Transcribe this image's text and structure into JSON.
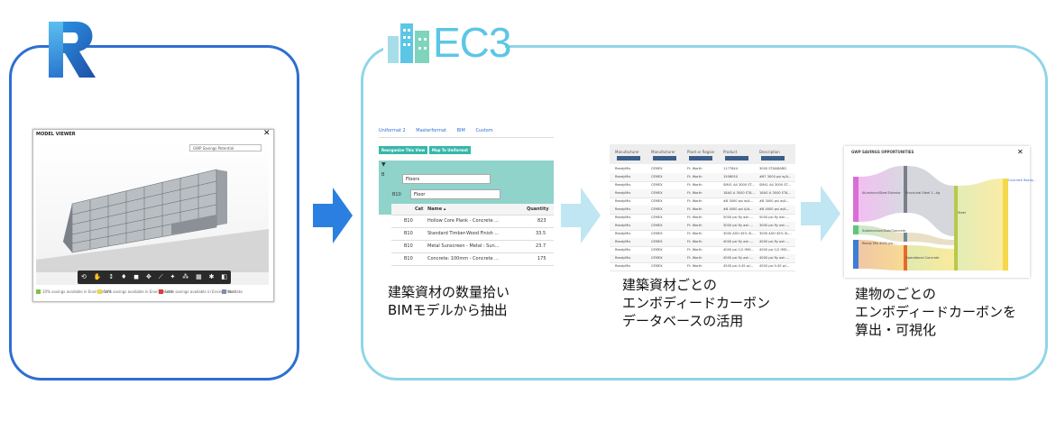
{
  "revit": {
    "viewer_title": "MODEL VIEWER",
    "viewer_select": "GWP Savings Potential",
    "legend": [
      "10% savings available in Environment",
      "50% savings available in Environment",
      "Little savings available in Environment",
      "No data"
    ]
  },
  "ec3": {
    "logo_text": "EC3",
    "shot1": {
      "tabs": [
        "Uniformat 2",
        "Masterformat",
        "BIM",
        "Custom"
      ],
      "buttons": [
        "Reorganize This View",
        "Map To Uniformat"
      ],
      "group_label": "B",
      "floors_label": "Floors",
      "sub_label": "B10",
      "sub_value": "Floor",
      "col_headers": [
        "Cat",
        "Name ▴",
        "Quantity"
      ],
      "rows": [
        {
          "cat": "B10",
          "name": "Hollow Core Plank - Concrete ...",
          "qty": "823"
        },
        {
          "cat": "B10",
          "name": "Standard Timber-Wood Finish ...",
          "qty": "33.5"
        },
        {
          "cat": "B10",
          "name": "Metal Sunscreen - Metal : Sun...",
          "qty": "23.7"
        },
        {
          "cat": "B10",
          "name": "Concrete: 100mm - Concrete ...",
          "qty": "175"
        }
      ]
    },
    "shot2": {
      "headers": [
        "Manufacturer",
        "Manufacturer",
        "Plant or Region",
        "Product",
        "Description"
      ],
      "rows": [
        [
          "ReadyMix",
          "CEMEX",
          "Ft. Worth",
          "1177844",
          "3000 STANDARD"
        ],
        [
          "ReadyMix",
          "CEMEX",
          "Ft. Worth",
          "1508050",
          "#67 3000 psi w/A..."
        ],
        [
          "ReadyMix",
          "CEMEX",
          "Ft. Worth",
          "SM41 A4 3000 ST...",
          "SM41 A4 3000 ST..."
        ],
        [
          "ReadyMix",
          "CEMEX",
          "Ft. Worth",
          "18AG A 3000 STA...",
          "18AG A 3000 STA..."
        ],
        [
          "ReadyMix",
          "CEMEX",
          "Ft. Worth",
          "#8 3000 psi w/A...",
          "#8 3000 psi w/A..."
        ],
        [
          "ReadyMix",
          "CEMEX",
          "Ft. Worth",
          "#8 4000 psi A/A...",
          "#8 4000 psi w/A..."
        ],
        [
          "ReadyMix",
          "CEMEX",
          "Ft. Worth",
          "5000 psi fly ash ...",
          "5000 psi fly ash ..."
        ],
        [
          "ReadyMix",
          "CEMEX",
          "Ft. Worth",
          "3000 psi fly ash ...",
          "3000 psi fly ash ..."
        ],
        [
          "ReadyMix",
          "CEMEX",
          "Ft. Worth",
          "3000 ASH 45% SL...",
          "3000 ASH 45% SL..."
        ],
        [
          "ReadyMix",
          "CEMEX",
          "Ft. Worth",
          "4000 psi fly ash ...",
          "4000 psi fly ash ..."
        ],
        [
          "ReadyMix",
          "CEMEX",
          "Ft. Worth",
          "4000 psi 1/2 IMO...",
          "4000 psi 1/2 IMO..."
        ],
        [
          "ReadyMix",
          "CEMEX",
          "Ft. Worth",
          "4000 psi fly ash ...",
          "4000 psi fly ash ..."
        ],
        [
          "ReadyMix",
          "CEMEX",
          "Ft. Worth",
          "4500 psi 0.45 w/...",
          "4500 psi 0.45 w/..."
        ]
      ]
    },
    "shot3": {
      "title": "GWP SAVINGS OPPORTUNITIES",
      "labels": [
        "Structural Steel 1...kg",
        "Steel",
        "Concrete Ready...",
        "Aluminum/Steel Exterior",
        "Substructure/Slab/Concrete",
        "Operational Concrete",
        "Ready Mix 4000 psi..."
      ]
    },
    "captions": {
      "c1": [
        "建築資材の数量拾い",
        "BIMモデルから抽出"
      ],
      "c2": [
        "建築資材ごとの",
        "エンボディードカーボン",
        "データベースの活用"
      ],
      "c3": [
        "建物のごとの",
        "エンボディードカーボンを",
        "算出・可視化"
      ]
    }
  },
  "colors": {
    "revit_blue": "#2e6fd1",
    "ec3_cyan": "#8fd5e8",
    "arrow_blue": "#2a7fe0",
    "arrow_light": "#bfe6f2",
    "teal": "#37b7a8"
  }
}
